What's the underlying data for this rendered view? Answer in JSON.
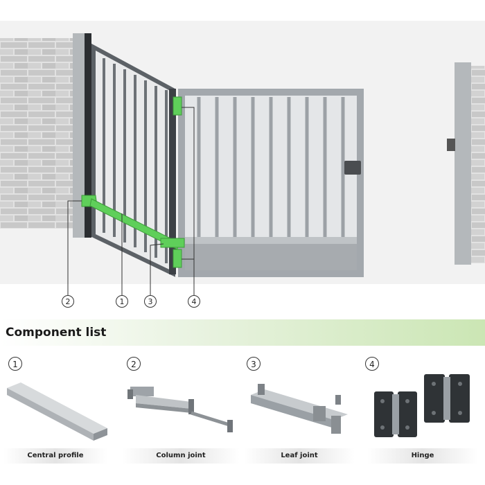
{
  "diagram": {
    "callouts": [
      {
        "id": "c2",
        "label": "2"
      },
      {
        "id": "c1",
        "label": "1"
      },
      {
        "id": "c3",
        "label": "3"
      },
      {
        "id": "c4",
        "label": "4"
      }
    ],
    "colors": {
      "highlight": "#5fcf5a",
      "frame": "#9aa0a6",
      "wall": "#c9c9c9"
    }
  },
  "component_list": {
    "title": "Component list",
    "items": [
      {
        "number": "1",
        "label": "Central profile"
      },
      {
        "number": "2",
        "label": "Column joint"
      },
      {
        "number": "3",
        "label": "Leaf joint"
      },
      {
        "number": "4",
        "label": "Hinge"
      }
    ]
  }
}
